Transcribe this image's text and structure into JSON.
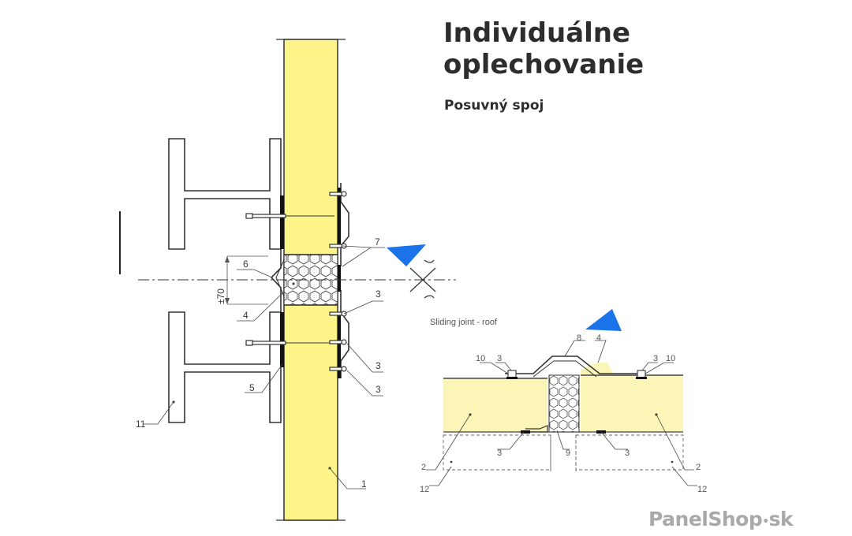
{
  "title": {
    "line1": "Individuálne",
    "line2": "oplechovanie",
    "subtitle": "Posuvný spoj"
  },
  "brand": {
    "name": "PanelShop",
    "dot": "•",
    "tld": "sk"
  },
  "colors": {
    "panel_fill": "#fdf58a",
    "roof_panel_fill": "#fbf6b8",
    "arrow": "#1a73e8",
    "line": "#333333"
  },
  "wall_detail": {
    "callouts": {
      "c1": "1",
      "c3a": "3",
      "c3b": "3",
      "c3c": "3",
      "c4": "4",
      "c5": "5",
      "c6": "6",
      "c7": "7",
      "c11": "11"
    },
    "dimension": "±70"
  },
  "roof_detail": {
    "caption": "Sliding joint - roof",
    "callouts": {
      "c8": "8",
      "c4": "4",
      "c10l": "10",
      "c3tl": "3",
      "c3tr": "3",
      "c10r": "10",
      "c2l": "2",
      "c2r": "2",
      "c3bl": "3",
      "c9": "9",
      "c3br": "3",
      "c12l": "12",
      "c12r": "12"
    }
  }
}
